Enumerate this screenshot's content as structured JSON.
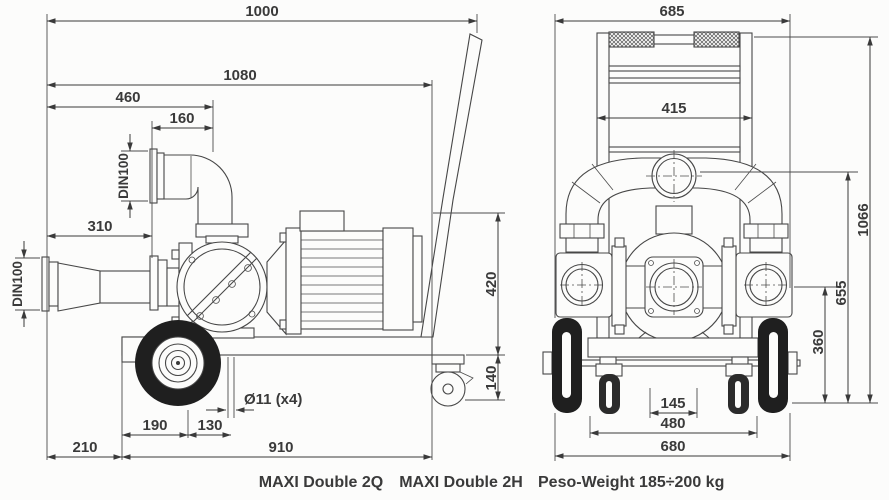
{
  "colors": {
    "line": "#474747",
    "text": "#3a3a3a",
    "wheel_fill": "#1f1f1f",
    "background": "#fcfcfb"
  },
  "side_view": {
    "dim_length_to_handle": "1000",
    "dim_overall_length": "1080",
    "dim_discharge_port_offset": "460",
    "dim_elbow_offset": "160",
    "discharge_coupling_label": "DIN100",
    "dim_suction_pipe_length": "310",
    "suction_coupling_label": "DIN100",
    "dim_height_above_frame": "420",
    "dim_frame_height": "140",
    "hole_note": "Ø11 (x4)",
    "dim_wheel_center_offset": "190",
    "dim_hole_offset": "130",
    "dim_rear_overhang": "210",
    "dim_frame_length": "910"
  },
  "front_view": {
    "dim_overall_width": "685",
    "dim_handle_width": "415",
    "dim_overall_height": "1066",
    "dim_top_port_height": "655",
    "dim_side_port_height": "360",
    "dim_caster_bolt_spacing": "145",
    "dim_caster_track": "480",
    "dim_wheel_track": "680"
  },
  "captions": {
    "model_q": "MAXI Double 2Q",
    "model_h": "MAXI Double 2H",
    "weight": "Peso-Weight 185÷200 kg"
  }
}
